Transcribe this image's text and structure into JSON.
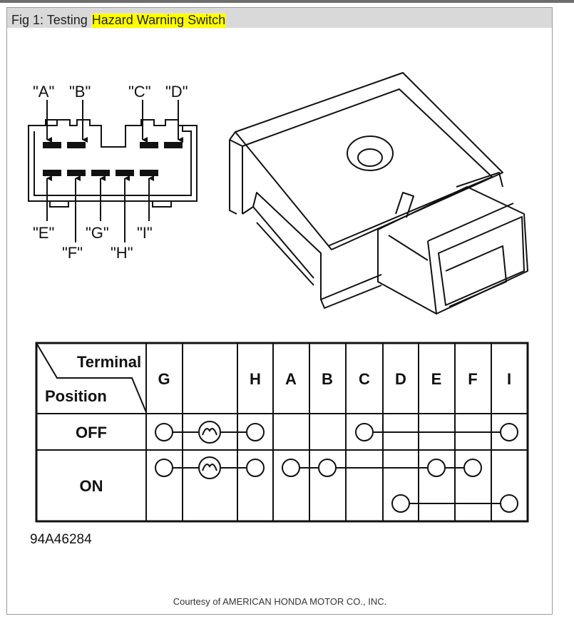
{
  "figure": {
    "title_prefix": "Fig 1: Testing ",
    "title_highlight": "Hazard Warning Switch",
    "highlight_color": "#ffff00",
    "figure_id": "94A46284",
    "courtesy": "Courtesy of AMERICAN HONDA MOTOR CO., INC."
  },
  "connector": {
    "top_labels": [
      "\"A\"",
      "\"B\"",
      "\"C\"",
      "\"D\""
    ],
    "bottom_labels": [
      "\"E\"",
      "\"F\"",
      "\"G\"",
      "\"H\"",
      "\"I\""
    ]
  },
  "table": {
    "header_terminal": "Terminal",
    "header_position": "Position",
    "columns": [
      "G",
      "",
      "H",
      "A",
      "B",
      "C",
      "D",
      "E",
      "F",
      "I"
    ],
    "rows": [
      {
        "label": "OFF",
        "circuits": [
          {
            "from": "G",
            "to": "H",
            "via_lamp": true
          },
          {
            "from": "C",
            "to": "I",
            "via_lamp": false
          }
        ]
      },
      {
        "label": "ON",
        "circuits": [
          {
            "from": "G",
            "to": "H",
            "via_lamp": true
          },
          {
            "from": "A",
            "to": "F",
            "via_lamp": false,
            "points": [
              "A",
              "B",
              "E",
              "F"
            ]
          },
          {
            "from": "D",
            "to": "I",
            "via_lamp": false
          }
        ]
      }
    ]
  }
}
